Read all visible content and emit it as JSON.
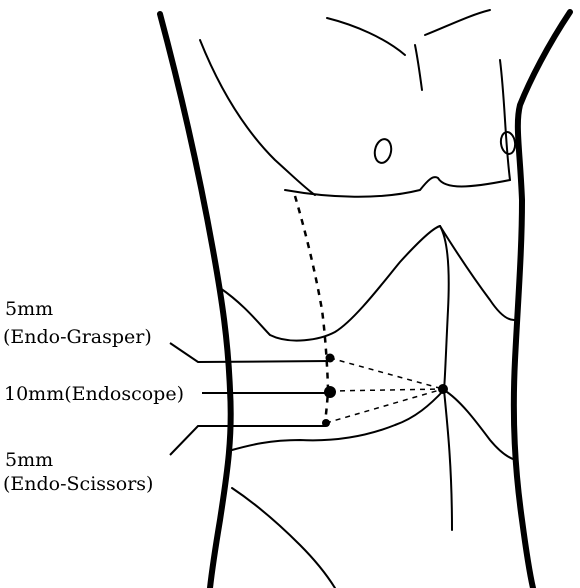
{
  "labels": {
    "grasper_size": "5mm",
    "grasper_name": "(Endo-Grasper)",
    "endoscope": "10mm(Endoscope)",
    "scissors_size": "5mm",
    "scissors_name": "(Endo-Scissors)"
  },
  "colors": {
    "line": "#000000",
    "background": "#ffffff"
  }
}
